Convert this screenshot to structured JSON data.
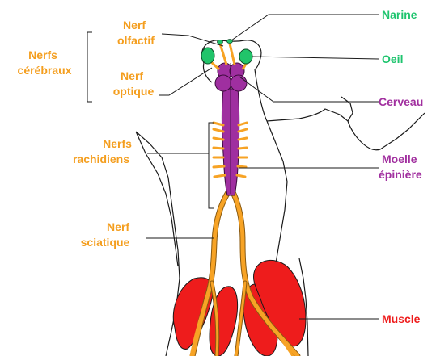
{
  "colors": {
    "nerve": "#f7a325",
    "nerve_outline": "#8a5a10",
    "brain": "#9f2fa0",
    "eye": "#21c46a",
    "muscle": "#ee1c1c",
    "outline": "#1a1a1a",
    "nerve_label": "#f49e1e",
    "nerve_sense_label": "#1ec46e",
    "brain_label": "#a12f9f",
    "muscle_label": "#ee1c1c"
  },
  "labels": {
    "nerfs_cerebraux": [
      "Nerfs",
      "cérébraux"
    ],
    "nerf_olfactif": [
      "Nerf",
      "olfactif"
    ],
    "nerf_optique": [
      "Nerf",
      "optique"
    ],
    "nerfs_rachidiens": [
      "Nerfs",
      "rachidiens"
    ],
    "nerf_sciatique": [
      "Nerf",
      "sciatique"
    ],
    "narine": "Narine",
    "oeil": "Oeil",
    "cerveau": "Cerveau",
    "moelle_epiniere": [
      "Moelle",
      "épinière"
    ],
    "muscle": "Muscle"
  }
}
